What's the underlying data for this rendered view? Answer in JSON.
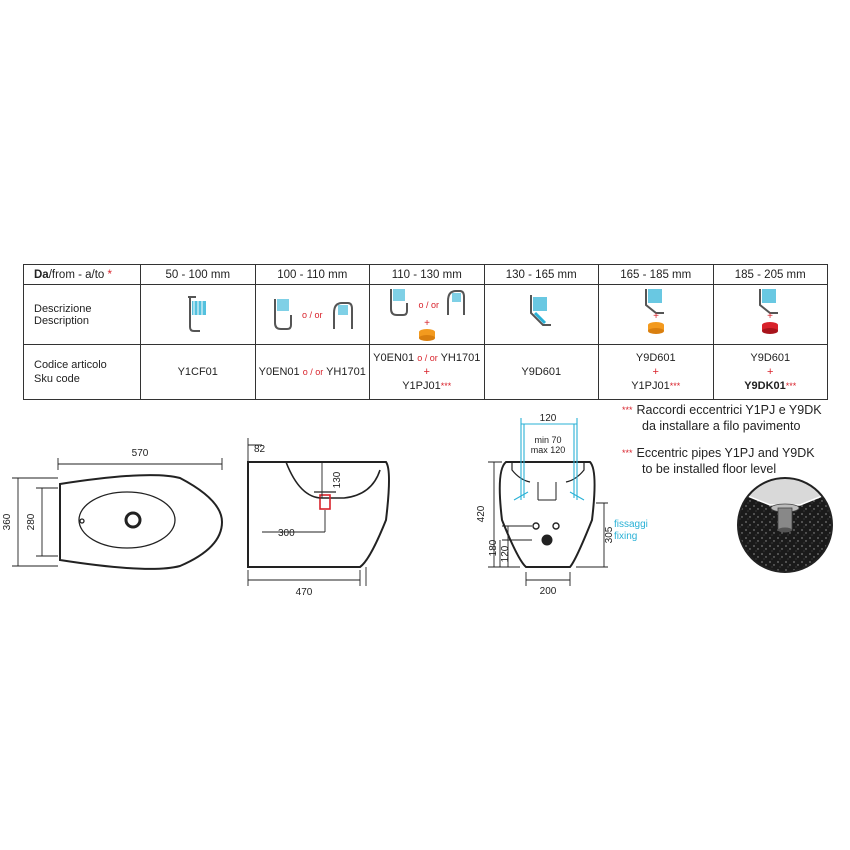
{
  "table": {
    "header": {
      "label_da": "Da",
      "label_rest": "/from - a/to",
      "label_star": "*",
      "ranges": [
        "50 - 100 mm",
        "100 - 110 mm",
        "110 - 130 mm",
        "130 - 165 mm",
        "165 - 185 mm",
        "185 - 205 mm"
      ]
    },
    "description_label_it": "Descrizione",
    "description_label_en": "Description",
    "or_label": "o / or",
    "code_label_it": "Codice articolo",
    "code_label_en": "Sku code",
    "codes": {
      "c1": "Y1CF01",
      "c2a": "Y0EN01",
      "c2b": "YH1701",
      "c3a": "Y0EN01",
      "c3b": "YH1701",
      "c3c": "Y1PJ01",
      "c4": "Y9D601",
      "c5a": "Y9D601",
      "c5b": "Y1PJ01",
      "c6a": "Y9D601",
      "c6b": "Y9DK01",
      "plus": "+",
      "stars": "***"
    }
  },
  "notes": {
    "stars": "***",
    "it_line1": "Raccordi eccentrici Y1PJ  e Y9DK",
    "it_line2": "da installare a filo pavimento",
    "en_line1": "Eccentric pipes Y1PJ  and Y9DK",
    "en_line2": "to be installed floor level"
  },
  "dimensions": {
    "top_view": {
      "length": "570",
      "outer_height": "360",
      "inner_height": "280"
    },
    "side_view": {
      "top_offset": "82",
      "bowl_depth": "130",
      "drain_distance": "300",
      "depth": "470"
    },
    "front_view": {
      "pipe_spacing": "120",
      "min_label": "min 70",
      "max_label": "max 120",
      "height": "420",
      "fixing_height": "305",
      "fixing_it": "fissaggi",
      "fixing_en": "fixing",
      "low_a": "180",
      "low_b": "120",
      "base_width": "200"
    }
  },
  "colors": {
    "cyan": "#29b1d6",
    "orange": "#f39a1e",
    "red": "#d8222b",
    "line": "#222222"
  }
}
